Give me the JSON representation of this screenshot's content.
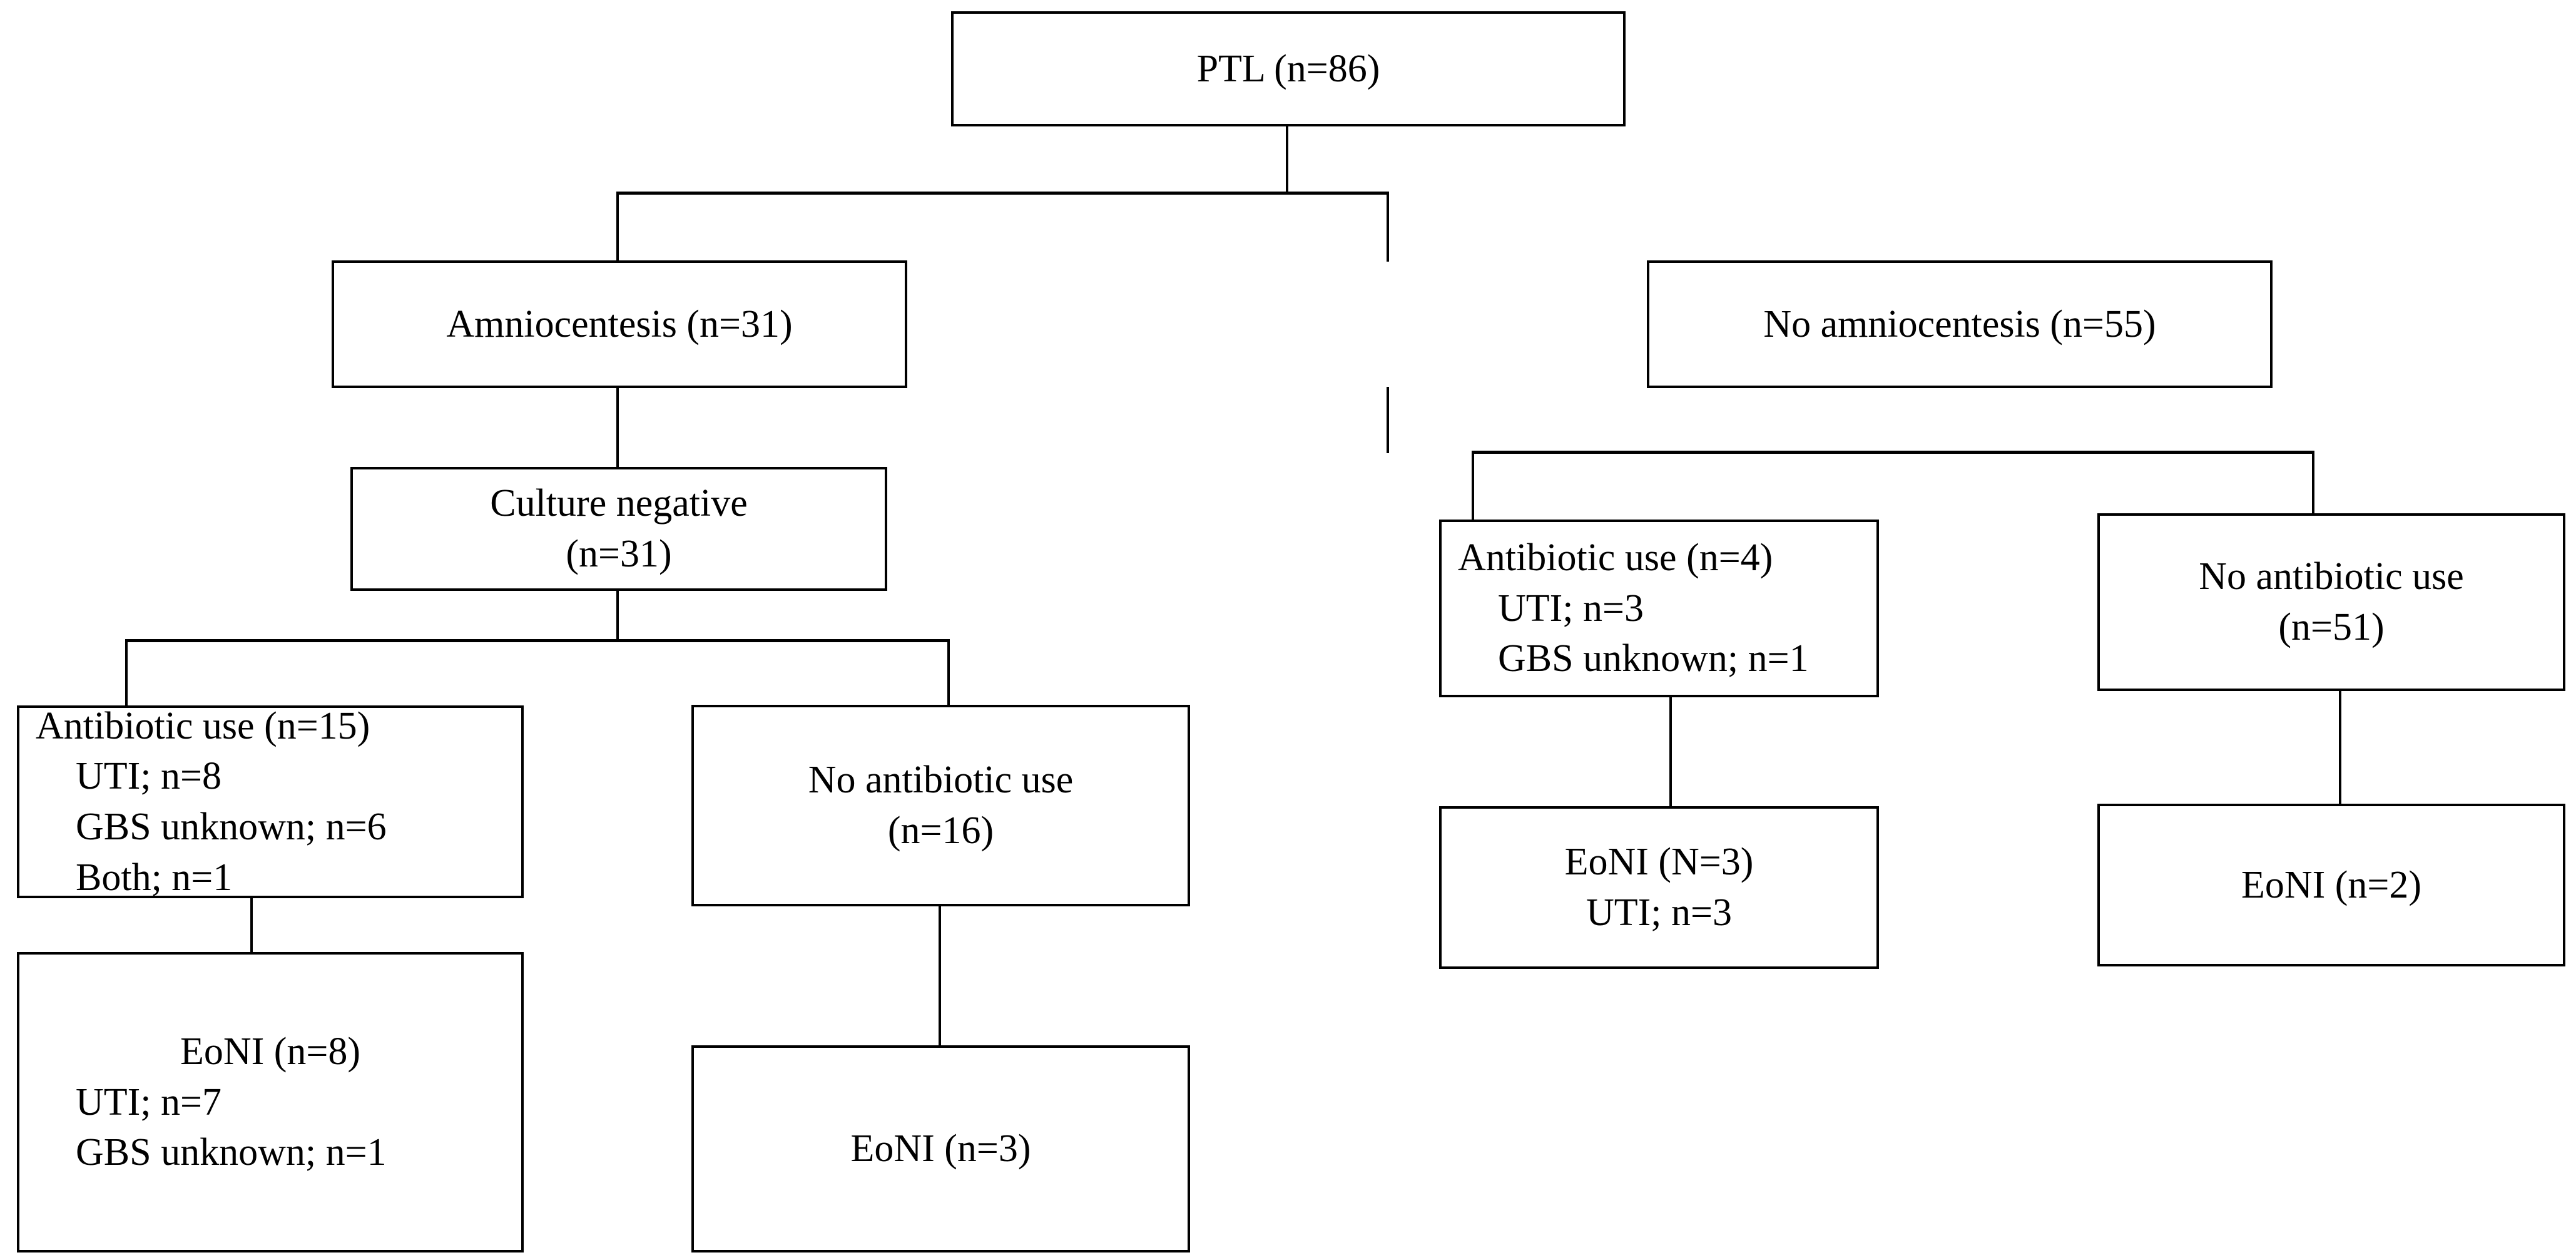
{
  "diagram": {
    "title": "PTL cohort flow diagram",
    "type": "flowchart",
    "stroke_color": "#000000",
    "background_color": "#ffffff"
  },
  "nodes": {
    "ptl": {
      "id": "ptl",
      "lines": [
        "PTL (n=86)"
      ]
    },
    "amniocentesis": {
      "id": "amniocentesis",
      "lines": [
        "Amniocentesis (n=31)"
      ]
    },
    "no_amniocentesis": {
      "id": "no_amniocentesis",
      "lines": [
        "No amniocentesis (n=55)"
      ]
    },
    "culture_negative": {
      "id": "culture_negative",
      "lines": [
        "Culture negative",
        "(n=31)"
      ]
    },
    "abx_15": {
      "id": "abx_15",
      "lines": [
        "Antibiotic use (n=15)",
        "UTI; n=8",
        "GBS unknown; n=6",
        "Both; n=1"
      ]
    },
    "no_abx_16": {
      "id": "no_abx_16",
      "lines": [
        "No antibiotic use",
        "(n=16)"
      ]
    },
    "eoni_8": {
      "id": "eoni_8",
      "lines": [
        "EoNI (n=8)",
        "UTI; n=7",
        "GBS unknown; n=1"
      ]
    },
    "eoni_3_left": {
      "id": "eoni_3_left",
      "lines": [
        "EoNI (n=3)"
      ]
    },
    "abx_4": {
      "id": "abx_4",
      "lines": [
        "Antibiotic use (n=4)",
        "UTI; n=3",
        "GBS unknown; n=1"
      ]
    },
    "no_abx_51": {
      "id": "no_abx_51",
      "lines": [
        "No antibiotic use",
        "(n=51)"
      ]
    },
    "eoni_N3": {
      "id": "eoni_N3",
      "lines": [
        "EoNI (N=3)",
        "UTI; n=3"
      ]
    },
    "eoni_2": {
      "id": "eoni_2",
      "lines": [
        "EoNI (n=2)"
      ]
    }
  },
  "chart_data": {
    "type": "flowchart",
    "title": "PTL (n=86) cohort flow",
    "root": "PTL (n=86)",
    "counts": {
      "PTL": 86,
      "Amniocentesis": 31,
      "No amniocentesis": 55,
      "Culture negative": 31,
      "Antibiotic use (amnio, culture negative)": 15,
      "Antibiotic use UTI (amnio)": 8,
      "Antibiotic use GBS unknown (amnio)": 6,
      "Antibiotic use Both (amnio)": 1,
      "No antibiotic use (amnio)": 16,
      "EoNI after antibiotic use (amnio)": 8,
      "EoNI UTI (amnio)": 7,
      "EoNI GBS unknown (amnio)": 1,
      "EoNI after no antibiotic use (amnio)": 3,
      "Antibiotic use (no amnio)": 4,
      "Antibiotic use UTI (no amnio)": 3,
      "Antibiotic use GBS unknown (no amnio)": 1,
      "No antibiotic use (no amnio)": 51,
      "EoNI after antibiotic use (no amnio)": 3,
      "EoNI UTI (no amnio)": 3,
      "EoNI after no antibiotic use (no amnio)": 2
    },
    "edges": [
      [
        "PTL (n=86)",
        "Amniocentesis (n=31)"
      ],
      [
        "PTL (n=86)",
        "No amniocentesis (n=55)"
      ],
      [
        "Amniocentesis (n=31)",
        "Culture negative (n=31)"
      ],
      [
        "Culture negative (n=31)",
        "Antibiotic use (n=15)"
      ],
      [
        "Culture negative (n=31)",
        "No antibiotic use (n=16)"
      ],
      [
        "Antibiotic use (n=15)",
        "EoNI (n=8)"
      ],
      [
        "No antibiotic use (n=16)",
        "EoNI (n=3)"
      ],
      [
        "No amniocentesis (n=55)",
        "Antibiotic use (n=4)"
      ],
      [
        "No amniocentesis (n=55)",
        "No antibiotic use (n=51)"
      ],
      [
        "Antibiotic use (n=4)",
        "EoNI (N=3)"
      ],
      [
        "No antibiotic use (n=51)",
        "EoNI (n=2)"
      ]
    ]
  }
}
